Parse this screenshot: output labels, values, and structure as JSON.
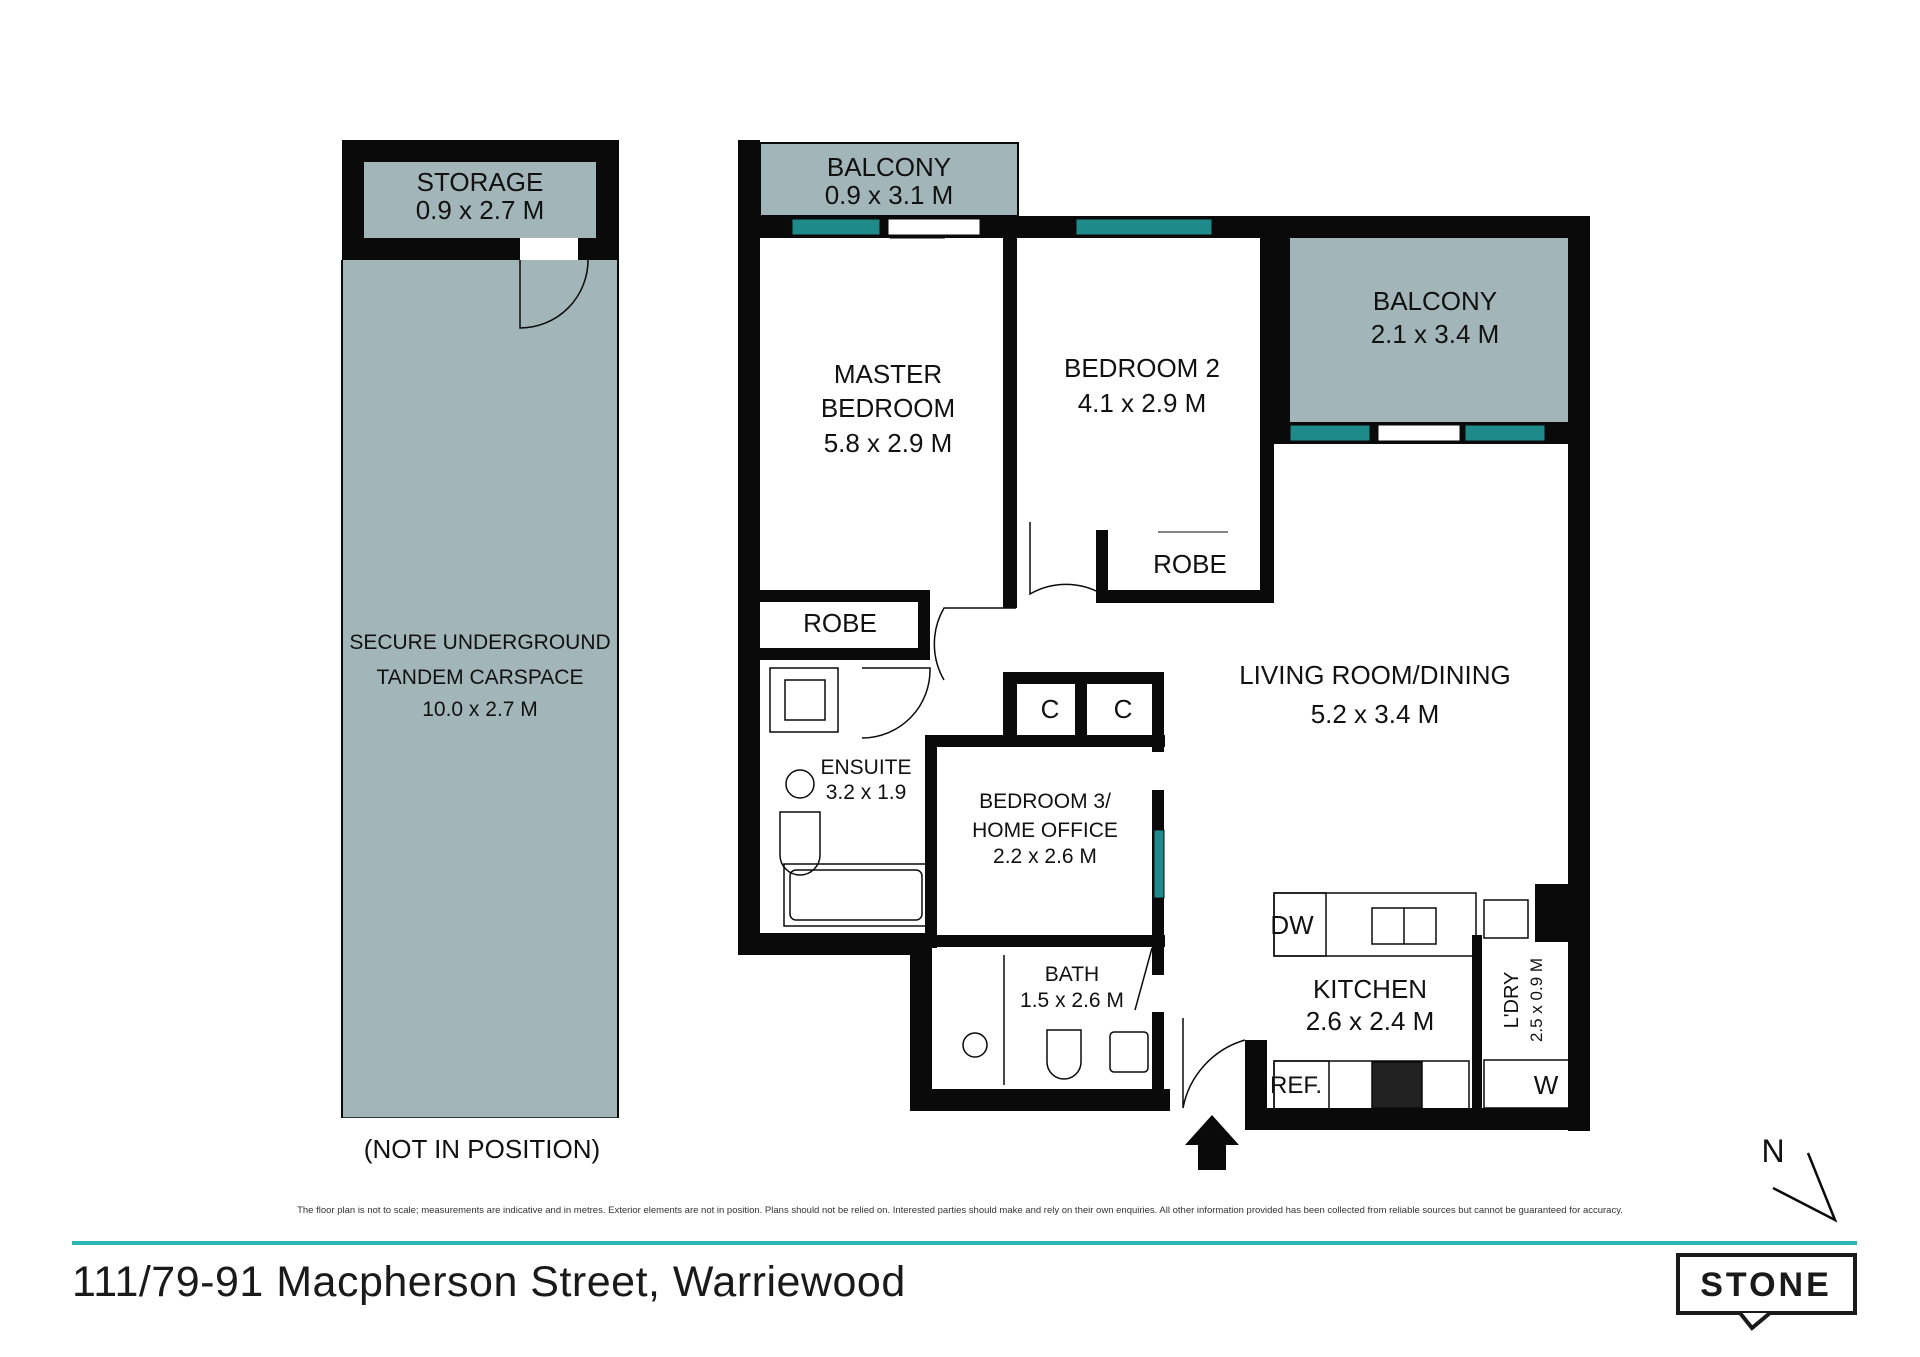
{
  "rooms": {
    "storage": {
      "name": "STORAGE",
      "dims": "0.9 x 2.7 M"
    },
    "carspace": {
      "line1": "SECURE UNDERGROUND",
      "line2": "TANDEM CARSPACE",
      "dims": "10.0 x 2.7 M"
    },
    "not_in_position": "(NOT IN POSITION)",
    "balcony_top": {
      "name": "BALCONY",
      "dims": "0.9 x 3.1 M"
    },
    "balcony_right": {
      "name": "BALCONY",
      "dims": "2.1 x 3.4 M"
    },
    "master_bedroom": {
      "line1": "MASTER",
      "line2": "BEDROOM",
      "dims": "5.8 x 2.9 M"
    },
    "bedroom2": {
      "name": "BEDROOM 2",
      "dims": "4.1 x 2.9 M"
    },
    "robe_master": "ROBE",
    "robe_bed2": "ROBE",
    "ensuite": {
      "name": "ENSUITE",
      "dims": "3.2 x 1.9"
    },
    "cupboard1": "C",
    "cupboard2": "C",
    "bedroom3": {
      "line1": "BEDROOM 3/",
      "line2": "HOME OFFICE",
      "dims": "2.2 x 2.6 M"
    },
    "living": {
      "name": "LIVING ROOM/DINING",
      "dims": "5.2 x 3.4 M"
    },
    "bath": {
      "name": "BATH",
      "dims": "1.5 x 2.6 M"
    },
    "kitchen": {
      "name": "KITCHEN",
      "dims": "2.6 x 2.4 M"
    },
    "dw": "DW",
    "ref": "REF.",
    "laundry": {
      "name": "L'DRY",
      "dims": "2.5 x 0.9 M"
    },
    "w": "W"
  },
  "compass": {
    "label": "N"
  },
  "disclaimer": "The floor plan is not to scale; measurements are indicative and in metres. Exterior elements are not in position. Plans should not be relied on. Interested parties should make and rely on their own enquiries. All other information provided has been collected from reliable sources but cannot be guaranteed for accuracy.",
  "address": "111/79-91 Macpherson Street, Warriewood",
  "brand": {
    "logo": "STONE",
    "accent_color": "#2bb5b5"
  },
  "colors": {
    "wall": "#0a0a0a",
    "outdoor_fill": "#a2b5b9",
    "window": "#1e8a8a"
  }
}
